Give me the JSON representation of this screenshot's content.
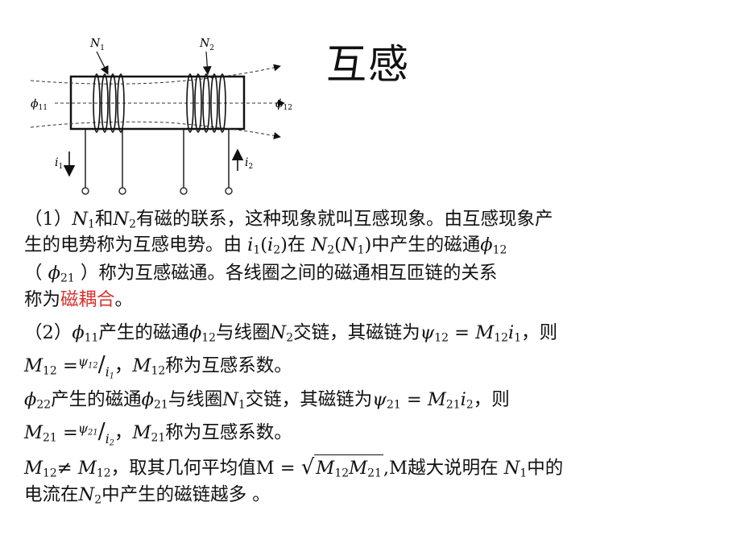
{
  "title": "互感",
  "figure": {
    "labels": {
      "n1_base": "N",
      "n1_sub": "1",
      "n2_base": "N",
      "n2_sub": "2",
      "phi11_base": "ϕ",
      "phi11_sub": "11",
      "phi12_base": "ϕ",
      "phi12_sub": "12",
      "i1_base": "i",
      "i1_sub": "1",
      "i2_base": "i",
      "i2_sub": "2"
    }
  },
  "text": {
    "l1": {
      "a": "（1）",
      "n1": "N",
      "n1s": "1",
      "b": "和",
      "n2": "N",
      "n2s": "2",
      "c": "有磁的联系，这种现象就叫互感现象。由互感现象产"
    },
    "l2": {
      "a": "生的电势称为互感电势。由 ",
      "i1": "i",
      "i1s": "1",
      "p1": "(",
      "i2": "i",
      "i2s": "2",
      "p2": ")",
      "b": "在 ",
      "n2": "N",
      "n2s": "2",
      "p3": "(",
      "n1": "N",
      "n1s": "1",
      "p4": ")",
      "c": "中产生的磁通",
      "phi": "ϕ",
      "phis": "12"
    },
    "l3": {
      "a": "（ ",
      "phi": "ϕ",
      "phis": "21",
      "b": " ）称为互感磁通。各线圈之间的磁通相互匝链的关系"
    },
    "l4": {
      "a": "称为",
      "red": "磁耦合",
      "b": "。"
    },
    "l5": {
      "a": "（2）",
      "phi1": "ϕ",
      "phi1s": "11",
      "b": "产生的磁通",
      "phi2": "ϕ",
      "phi2s": "12",
      "c": "与线圈",
      "n": "N",
      "ns": "2",
      "d": "交链，其磁链为",
      "psi": "ψ",
      "psis": "12",
      "eq": " = ",
      "m": "M",
      "ms": "12",
      "i": "i",
      "is": "1",
      "e": "，则"
    },
    "l6": {
      "m": "M",
      "ms": "12",
      "eq": " =",
      "num": "ψ",
      "nums": "12",
      "slash": "/",
      "den": "i",
      "dens": "1",
      "b": "，",
      "m2": "M",
      "m2s": "12",
      "c": "称为互感系数。"
    },
    "l7": {
      "phi1": "ϕ",
      "phi1s": "22",
      "b": "产生的磁通",
      "phi2": "ϕ",
      "phi2s": "21",
      "c": "与线圈",
      "n": "N",
      "ns": "1",
      "d": "交链，其磁链为",
      "psi": "ψ",
      "psis": "21",
      "eq": " = ",
      "m": "M",
      "ms": "21",
      "i": "i",
      "is": "2",
      "e": "，则"
    },
    "l8": {
      "m": "M",
      "ms": "21",
      "eq": " =",
      "num": "ψ",
      "nums": "21",
      "slash": "/",
      "den": "i",
      "dens": "2",
      "b": "，",
      "m2": "M",
      "m2s": "21",
      "c": "称为互感系数。"
    },
    "l9": {
      "m1": "M",
      "m1s": "12",
      "ne": "≠ ",
      "m2": "M",
      "m2s": "12",
      "b": "，取其几何平均值M = ",
      "rad": "√",
      "m3": "M",
      "m3s": "12",
      "m4": "M",
      "m4s": "21",
      "c": ",M越大说明在 ",
      "n": "N",
      "ns": "1",
      "d": "中的"
    },
    "l10": {
      "a": "电流在",
      "n": "N",
      "ns": "2",
      "b": "中产生的磁链越多 。"
    }
  }
}
